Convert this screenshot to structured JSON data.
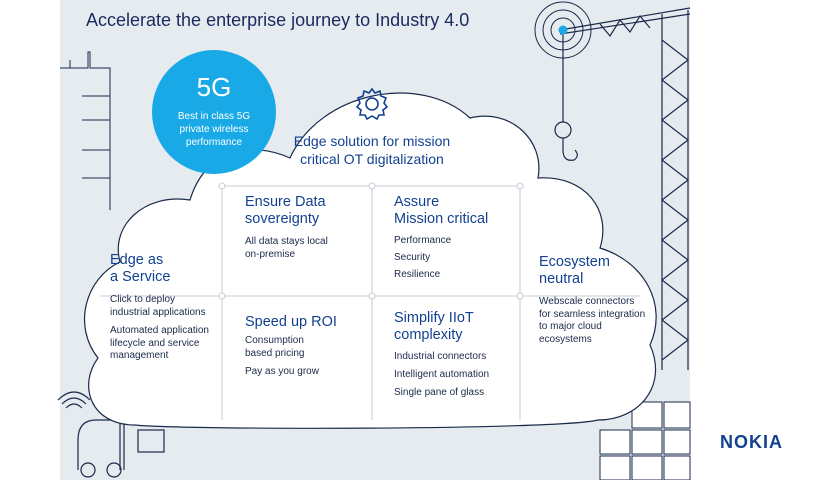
{
  "title": "Accelerate the enterprise journey to Industry 4.0",
  "badge": {
    "big": "5G",
    "small": "Best in class 5G\nprivate wireless\nperformance"
  },
  "center": {
    "icon": "gear-icon",
    "title": "Edge solution for mission\ncritical OT digitalization"
  },
  "left_block": {
    "heading": "Edge as\na Service",
    "items": [
      "Click to deploy\nindustrial applications",
      "Automated application\nlifecycle and service\nmanagement"
    ]
  },
  "cells": {
    "data_sovereignty": {
      "heading": "Ensure Data\nsovereignty",
      "sub": "All data stays local\non-premise"
    },
    "mission_critical": {
      "heading": "Assure\nMission critical",
      "items": [
        "Performance",
        "Security",
        "Resilience"
      ]
    },
    "roi": {
      "heading": "Speed up ROI",
      "items": [
        "Consumption\nbased pricing",
        "Pay as you grow"
      ]
    },
    "iiot": {
      "heading": "Simplify IIoT\ncomplexity",
      "items": [
        "Industrial connectors",
        "Intelligent automation",
        "Single pane of glass"
      ]
    }
  },
  "right_block": {
    "heading": "Ecosystem\nneutral",
    "sub": "Webscale connectors\nfor seamless integration\nto major cloud\necosystems"
  },
  "logo": "NOKIA",
  "colors": {
    "brand": "#124191",
    "accent": "#18a9e6",
    "background": "#e6ebf0",
    "lines": "#1b2a4a"
  }
}
